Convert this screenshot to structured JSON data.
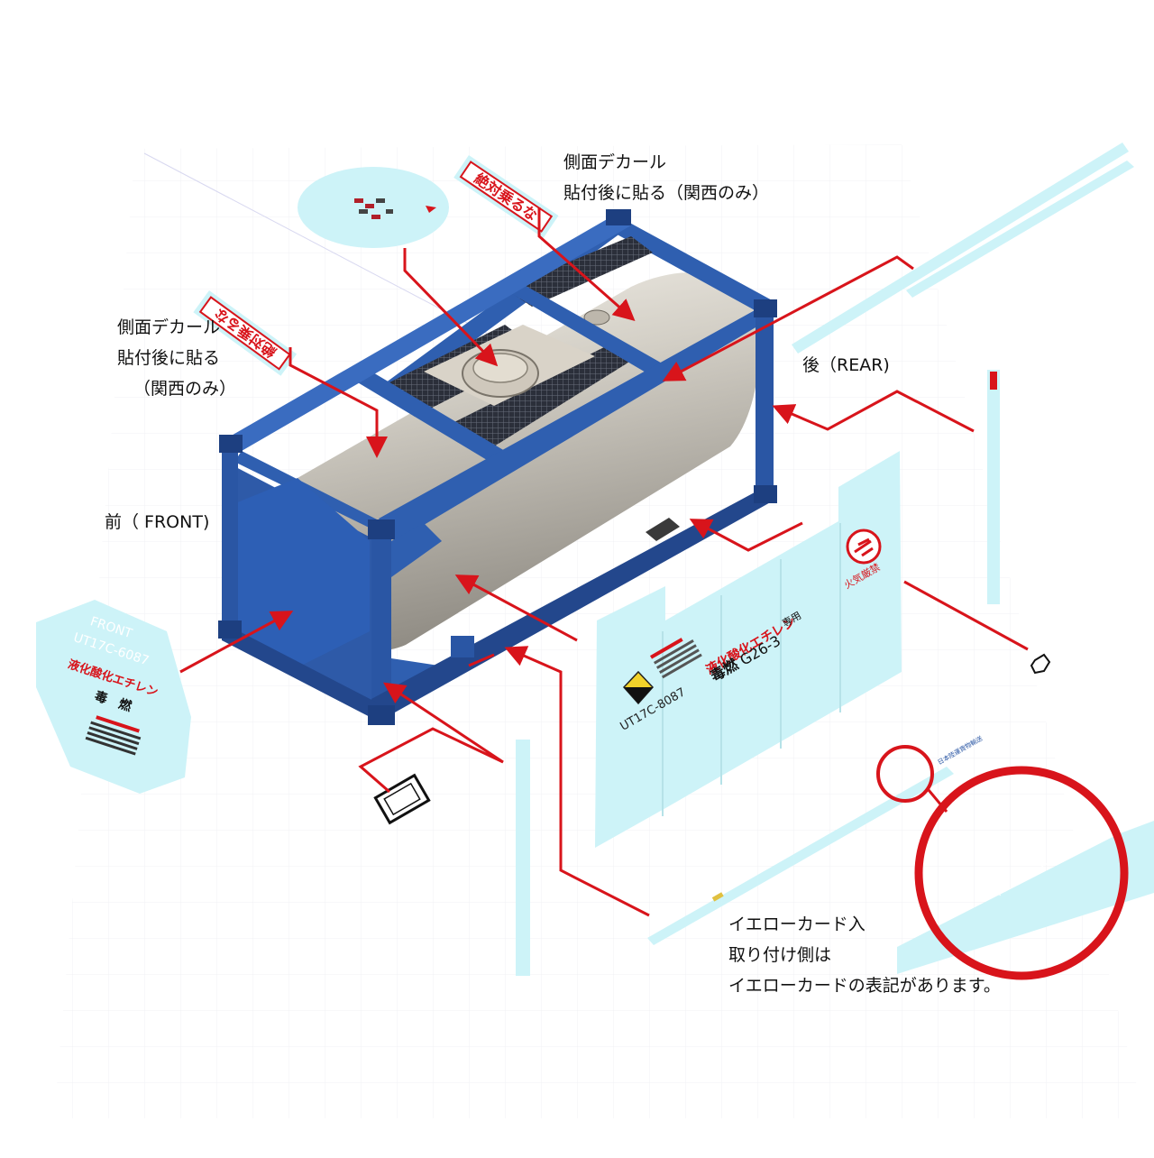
{
  "callouts": {
    "side_decal_top": {
      "line1": "側面デカール",
      "line2": "貼付後に貼る（関西のみ）"
    },
    "side_decal_left": {
      "line1": "側面デカール",
      "line2": "貼付後に貼る",
      "line3": "（関西のみ）"
    },
    "rear": "後（REAR)",
    "front": "前（ FRONT)",
    "yellow_card": {
      "line1": "イエローカード入",
      "line2": "取り付け側は",
      "line3": "イエローカードの表記があります。"
    }
  },
  "decals": {
    "warning_plate": "絶対乗るな",
    "front_plate": {
      "front": "FRONT",
      "id": "UT17C-6087",
      "chem": "液化酸化エチレン",
      "hazard": "毒　燃"
    },
    "side_panel": {
      "id": "UT17C-8087",
      "chem": "液化酸化エチレン",
      "exclusive": "専用",
      "hazard": "毒燃",
      "code": "G26-3",
      "logo": "火気厳禁"
    },
    "strip_small": "日本陸運貨物輸送",
    "yellow_card": "イエローカード"
  },
  "colors": {
    "frame_blue": "#2f5fb0",
    "frame_dark": "#1d3f80",
    "tank": "#cfcbc2",
    "decal_cyan": "#cdf3f8",
    "arrow_red": "#d8141b"
  }
}
